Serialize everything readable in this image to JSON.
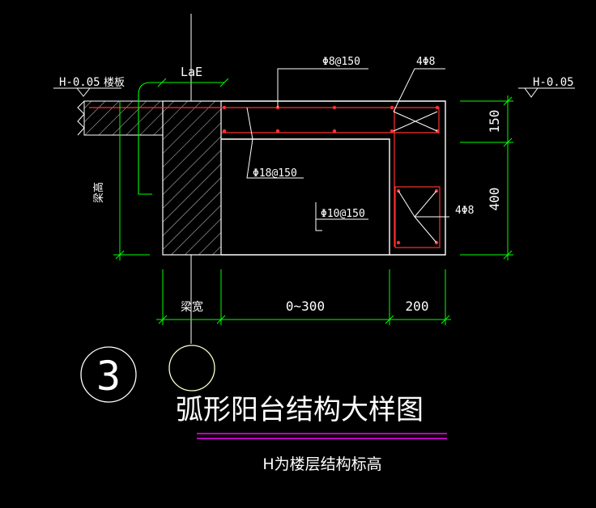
{
  "drawing": {
    "title": "弧形阳台结构大样图",
    "note": "H为楼层结构标高",
    "detail_number": "3",
    "elevation_left": "H-0.05",
    "elevation_right": "H-0.05",
    "slab_label": "楼板",
    "anchor_label": "LaE",
    "beam_height_label": "梁高",
    "beam_width_label": "梁宽",
    "rebar_top": "Φ8@150",
    "rebar_corner": "4Φ8",
    "rebar_slab": "Φ18@150",
    "rebar_stirrup": "Φ10@150",
    "rebar_beam": "4Φ8",
    "dim_width_mid": "0~300",
    "dim_width_right": "200",
    "dim_height_top": "150",
    "dim_height_bottom": "400"
  },
  "colors": {
    "background": "#000000",
    "outline": "#ffffff",
    "dimension": "#00ff00",
    "rebar": "#ff3030",
    "title_line": "#ff00ff",
    "circle_yellow": "#ffffcc"
  }
}
